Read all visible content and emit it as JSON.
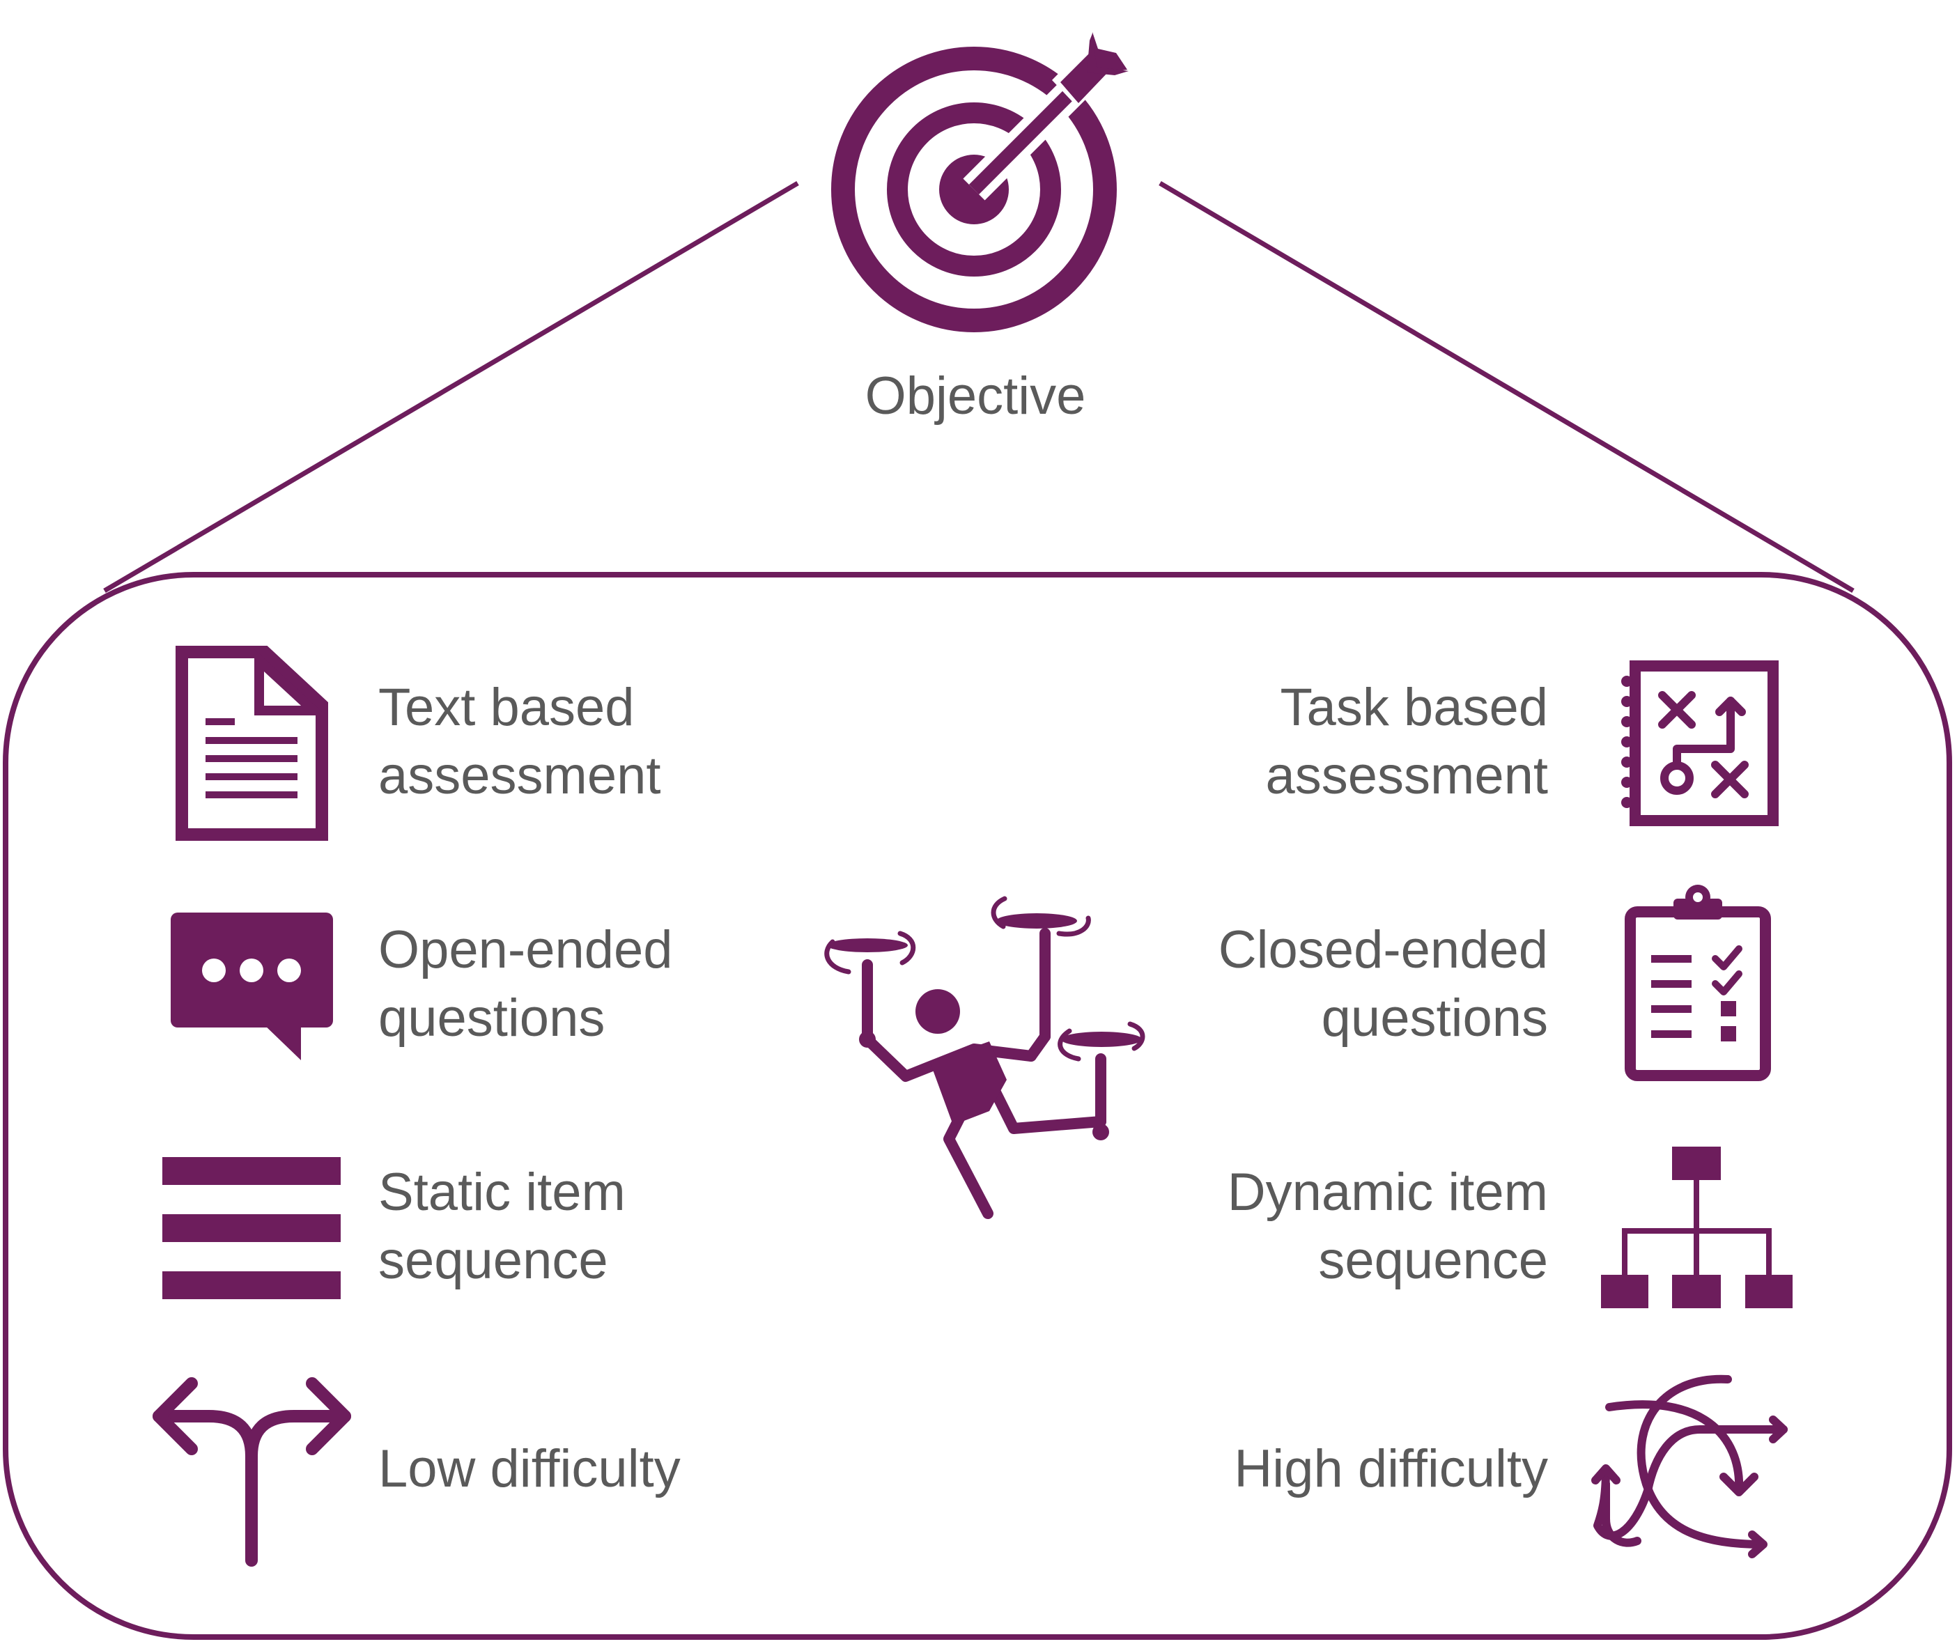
{
  "colors": {
    "accent": "#6d1d5c",
    "text": "#5a5a5a",
    "background": "#ffffff"
  },
  "objective": {
    "label": "Objective",
    "icon": "target-with-arrow-icon"
  },
  "center_icon": "juggler-spinning-plates-icon",
  "left_items": [
    {
      "lines": [
        "Text based",
        "assessment"
      ],
      "icon": "document-icon"
    },
    {
      "lines": [
        "Open-ended",
        "questions"
      ],
      "icon": "speech-bubble-icon"
    },
    {
      "lines": [
        "Static item",
        "sequence"
      ],
      "icon": "three-bars-icon"
    },
    {
      "lines": [
        "Low difficulty"
      ],
      "icon": "split-arrows-icon"
    }
  ],
  "right_items": [
    {
      "lines": [
        "Task based",
        "assessment"
      ],
      "icon": "strategy-board-icon"
    },
    {
      "lines": [
        "Closed-ended",
        "questions"
      ],
      "icon": "clipboard-checklist-icon"
    },
    {
      "lines": [
        "Dynamic item",
        "sequence"
      ],
      "icon": "hierarchy-icon"
    },
    {
      "lines": [
        "High difficulty"
      ],
      "icon": "tangled-arrows-icon"
    }
  ]
}
